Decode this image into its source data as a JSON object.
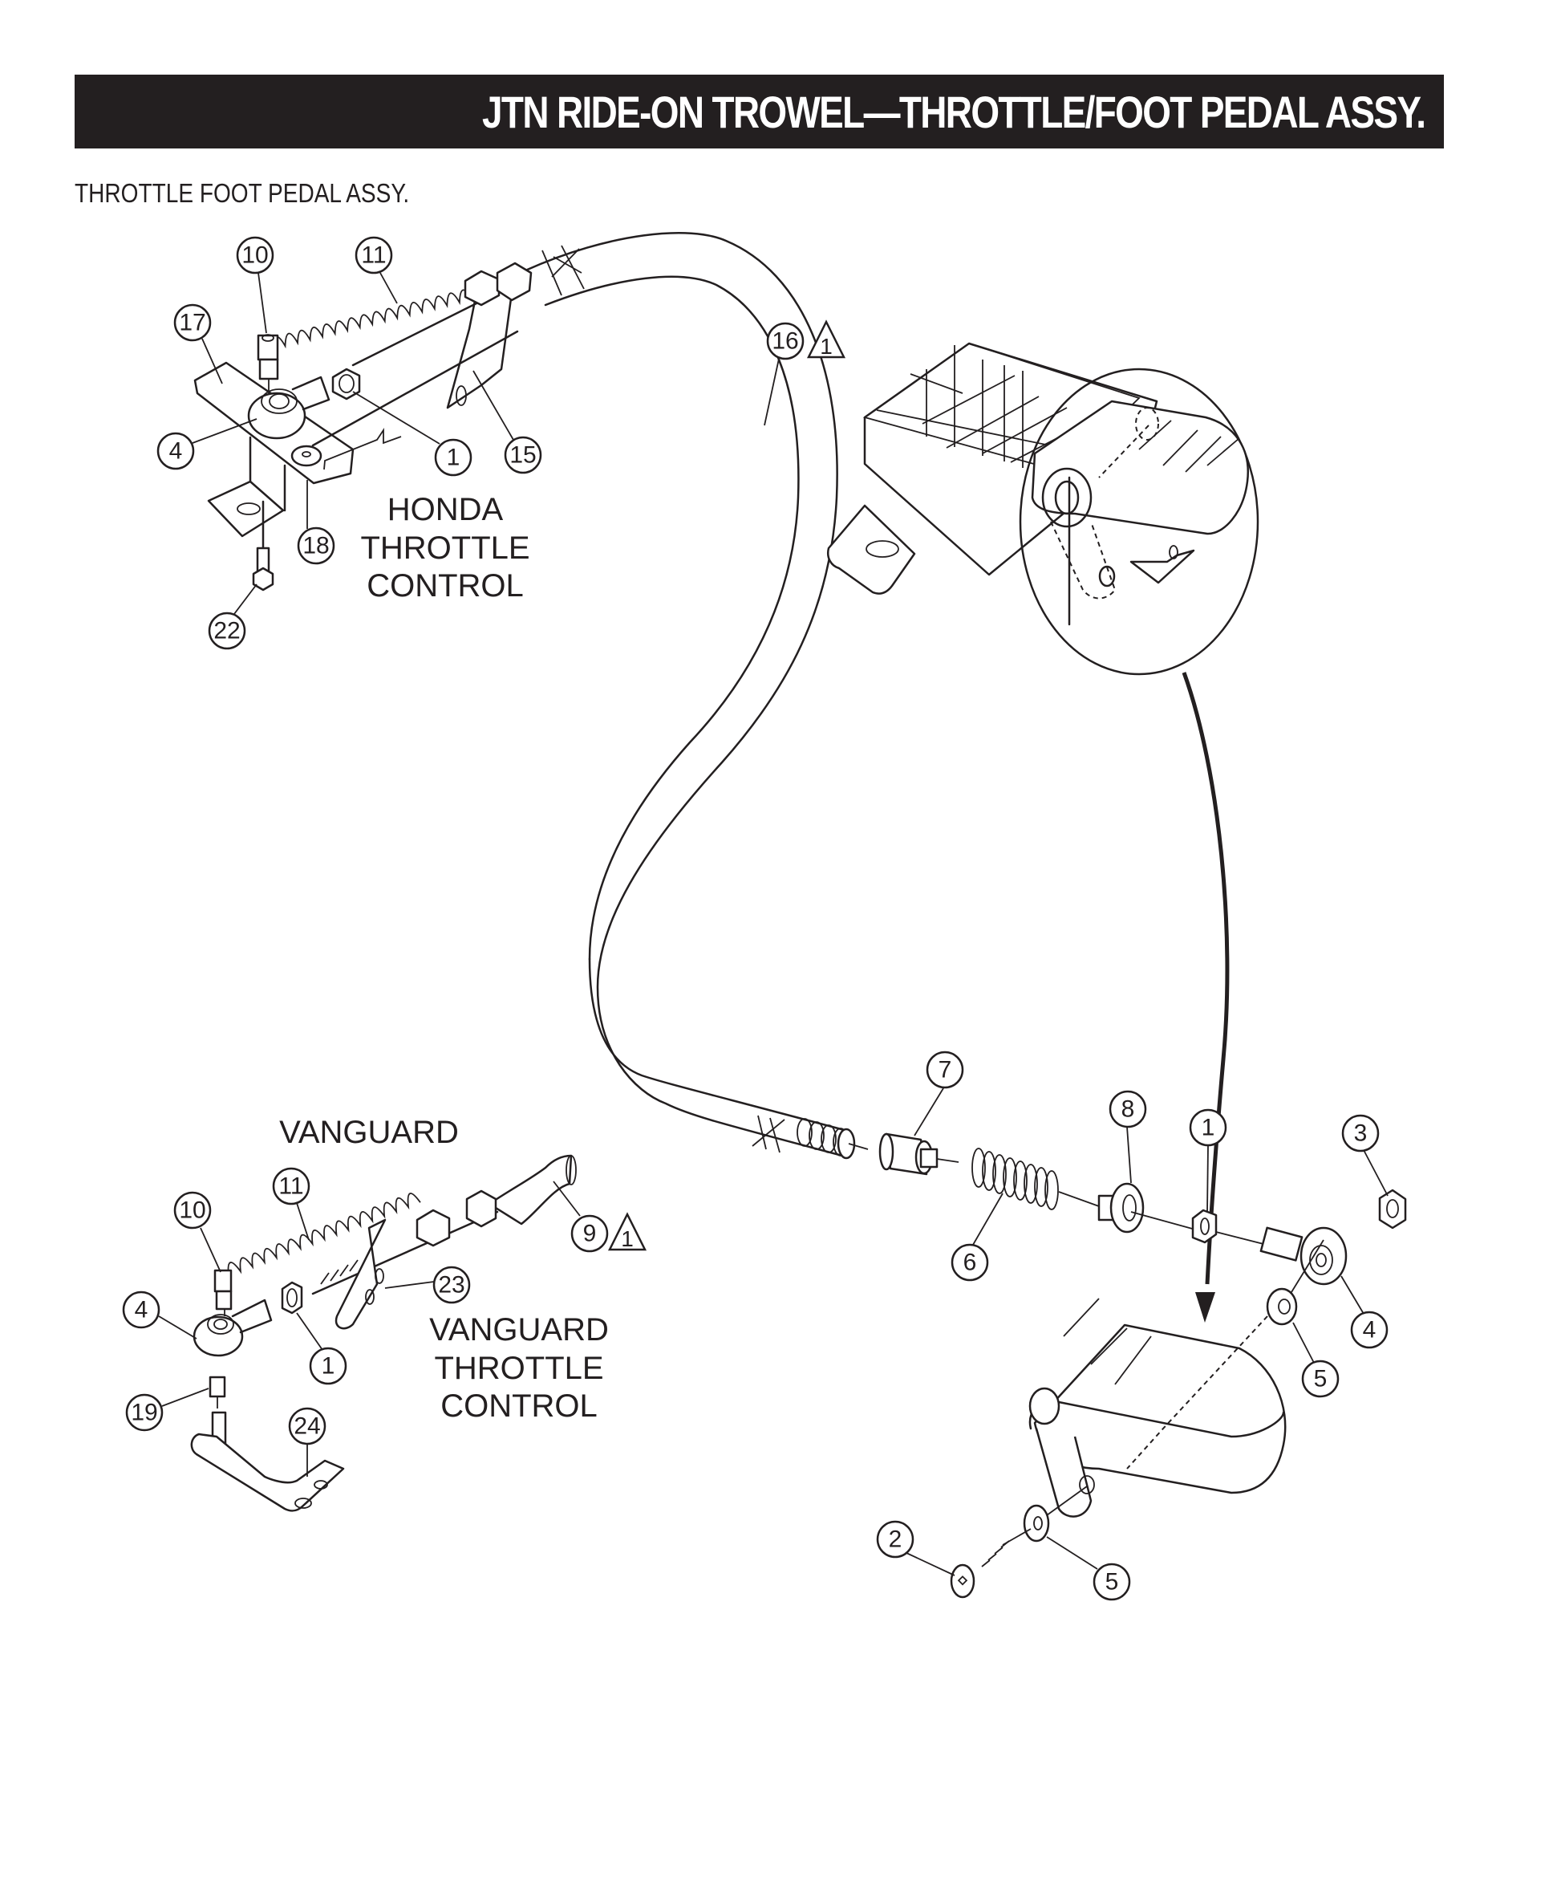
{
  "header": {
    "title": "JTN RIDE-ON TROWEL—THROTTLE/FOOT PEDAL ASSY.",
    "subtitle": "THROTTLE FOOT PEDAL ASSY."
  },
  "colors": {
    "ink": "#231f20",
    "title_bar": "#231f20",
    "background": "#ffffff"
  },
  "sections": {
    "honda": {
      "label_lines": [
        "HONDA",
        "THROTTLE",
        "CONTROL"
      ]
    },
    "vanguard": {
      "heading": "VANGUARD",
      "label_lines": [
        "VANGUARD",
        "THROTTLE",
        "CONTROL"
      ]
    }
  },
  "callouts": {
    "honda": [
      {
        "part": "10"
      },
      {
        "part": "11"
      },
      {
        "part": "17"
      },
      {
        "part": "4"
      },
      {
        "part": "1"
      },
      {
        "part": "15"
      },
      {
        "part": "18"
      },
      {
        "part": "22"
      }
    ],
    "cable": [
      {
        "part": "16",
        "note": "1"
      }
    ],
    "vanguard": [
      {
        "part": "11"
      },
      {
        "part": "10"
      },
      {
        "part": "4"
      },
      {
        "part": "1"
      },
      {
        "part": "23"
      },
      {
        "part": "9",
        "note": "1"
      },
      {
        "part": "19"
      },
      {
        "part": "24"
      }
    ],
    "pedal": [
      {
        "part": "7"
      },
      {
        "part": "8"
      },
      {
        "part": "1"
      },
      {
        "part": "3"
      },
      {
        "part": "6"
      },
      {
        "part": "4"
      },
      {
        "part": "5"
      },
      {
        "part": "2"
      },
      {
        "part": "5"
      }
    ]
  }
}
